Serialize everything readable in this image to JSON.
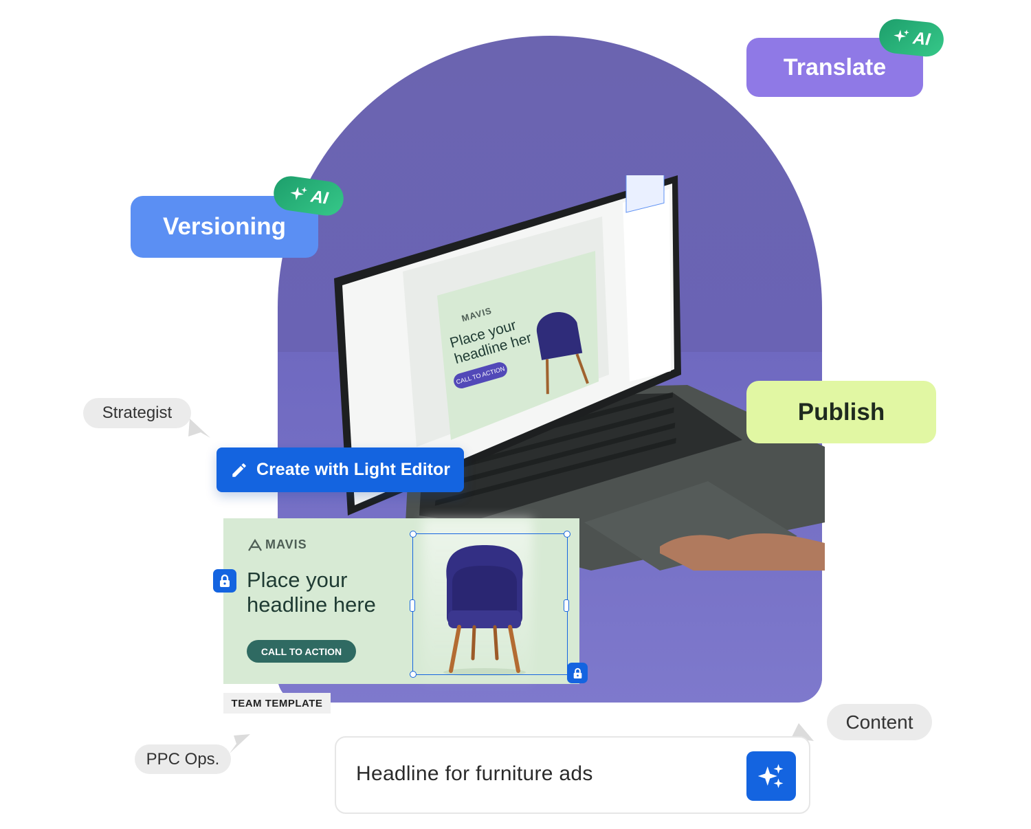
{
  "labels": {
    "versioning": "Versioning",
    "translate": "Translate",
    "publish": "Publish",
    "ai_badge": "AI",
    "strategist": "Strategist",
    "ppc_ops": "PPC Ops.",
    "content": "Content",
    "create_button": "Create with Light Editor",
    "team_template": "TEAM TEMPLATE"
  },
  "banner": {
    "brand": "MAVIS",
    "headline": "Place your headline here",
    "cta": "CALL TO ACTION"
  },
  "laptop_screen": {
    "brand": "MAVIS",
    "headline": "Place your headline her",
    "cta": "CALL TO ACTION"
  },
  "prompt": {
    "text": "Headline for furniture ads"
  },
  "colors": {
    "accent_blue": "#1464e0",
    "versioning_bg": "#5b8ff3",
    "translate_bg": "#8f79e6",
    "publish_bg": "#e1f7a3",
    "ai_green": "#2bb57a",
    "arch_purple": "#6b64b0",
    "banner_bg": "#d7ead4"
  },
  "icons": [
    "sparkle-icon",
    "pencil-icon",
    "lock-icon"
  ]
}
